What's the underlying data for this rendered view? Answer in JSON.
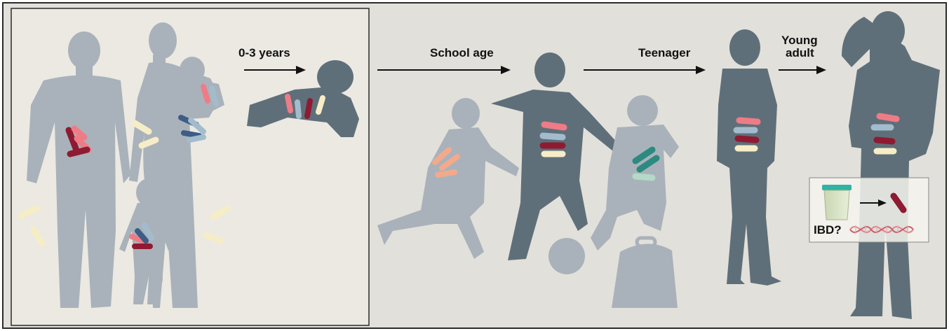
{
  "stages": [
    {
      "id": "infancy",
      "label": "0-3 years"
    },
    {
      "id": "school",
      "label": "School age"
    },
    {
      "id": "teen",
      "label": "Teenager"
    },
    {
      "id": "adult",
      "label_line1": "Young",
      "label_line2": "adult"
    }
  ],
  "inset": {
    "label": "IBD?"
  },
  "colors": {
    "frame": "#2b2b2b",
    "family_panel_bg": "#ebe9e2",
    "timeline_bg": "#e2e0da",
    "silhouette_light": "#a9b2ba",
    "silhouette_dark": "#5f6f7a",
    "bacteria_crimson": "#8e1b32",
    "bacteria_pink": "#ee7c86",
    "bacteria_navy": "#3d5d85",
    "bacteria_lightblue": "#a3bccd",
    "bacteria_cream": "#f6edc6",
    "bacteria_peach": "#f3a98b",
    "bacteria_teal": "#2d8a80",
    "bacteria_mint": "#b4d9c6",
    "arrow": "#111111"
  },
  "icons": [
    "father-silhouette",
    "mother-silhouette",
    "toddler-silhouette",
    "crawling-baby-silhouette",
    "running-child-silhouette",
    "soccer-boy-silhouette",
    "jumping-child-silhouette",
    "soccer-ball-icon",
    "backpack-icon",
    "teenager-silhouette",
    "young-adult-silhouette",
    "stool-sample-cup-icon",
    "dna-helix-icon",
    "bacterium-icon"
  ]
}
